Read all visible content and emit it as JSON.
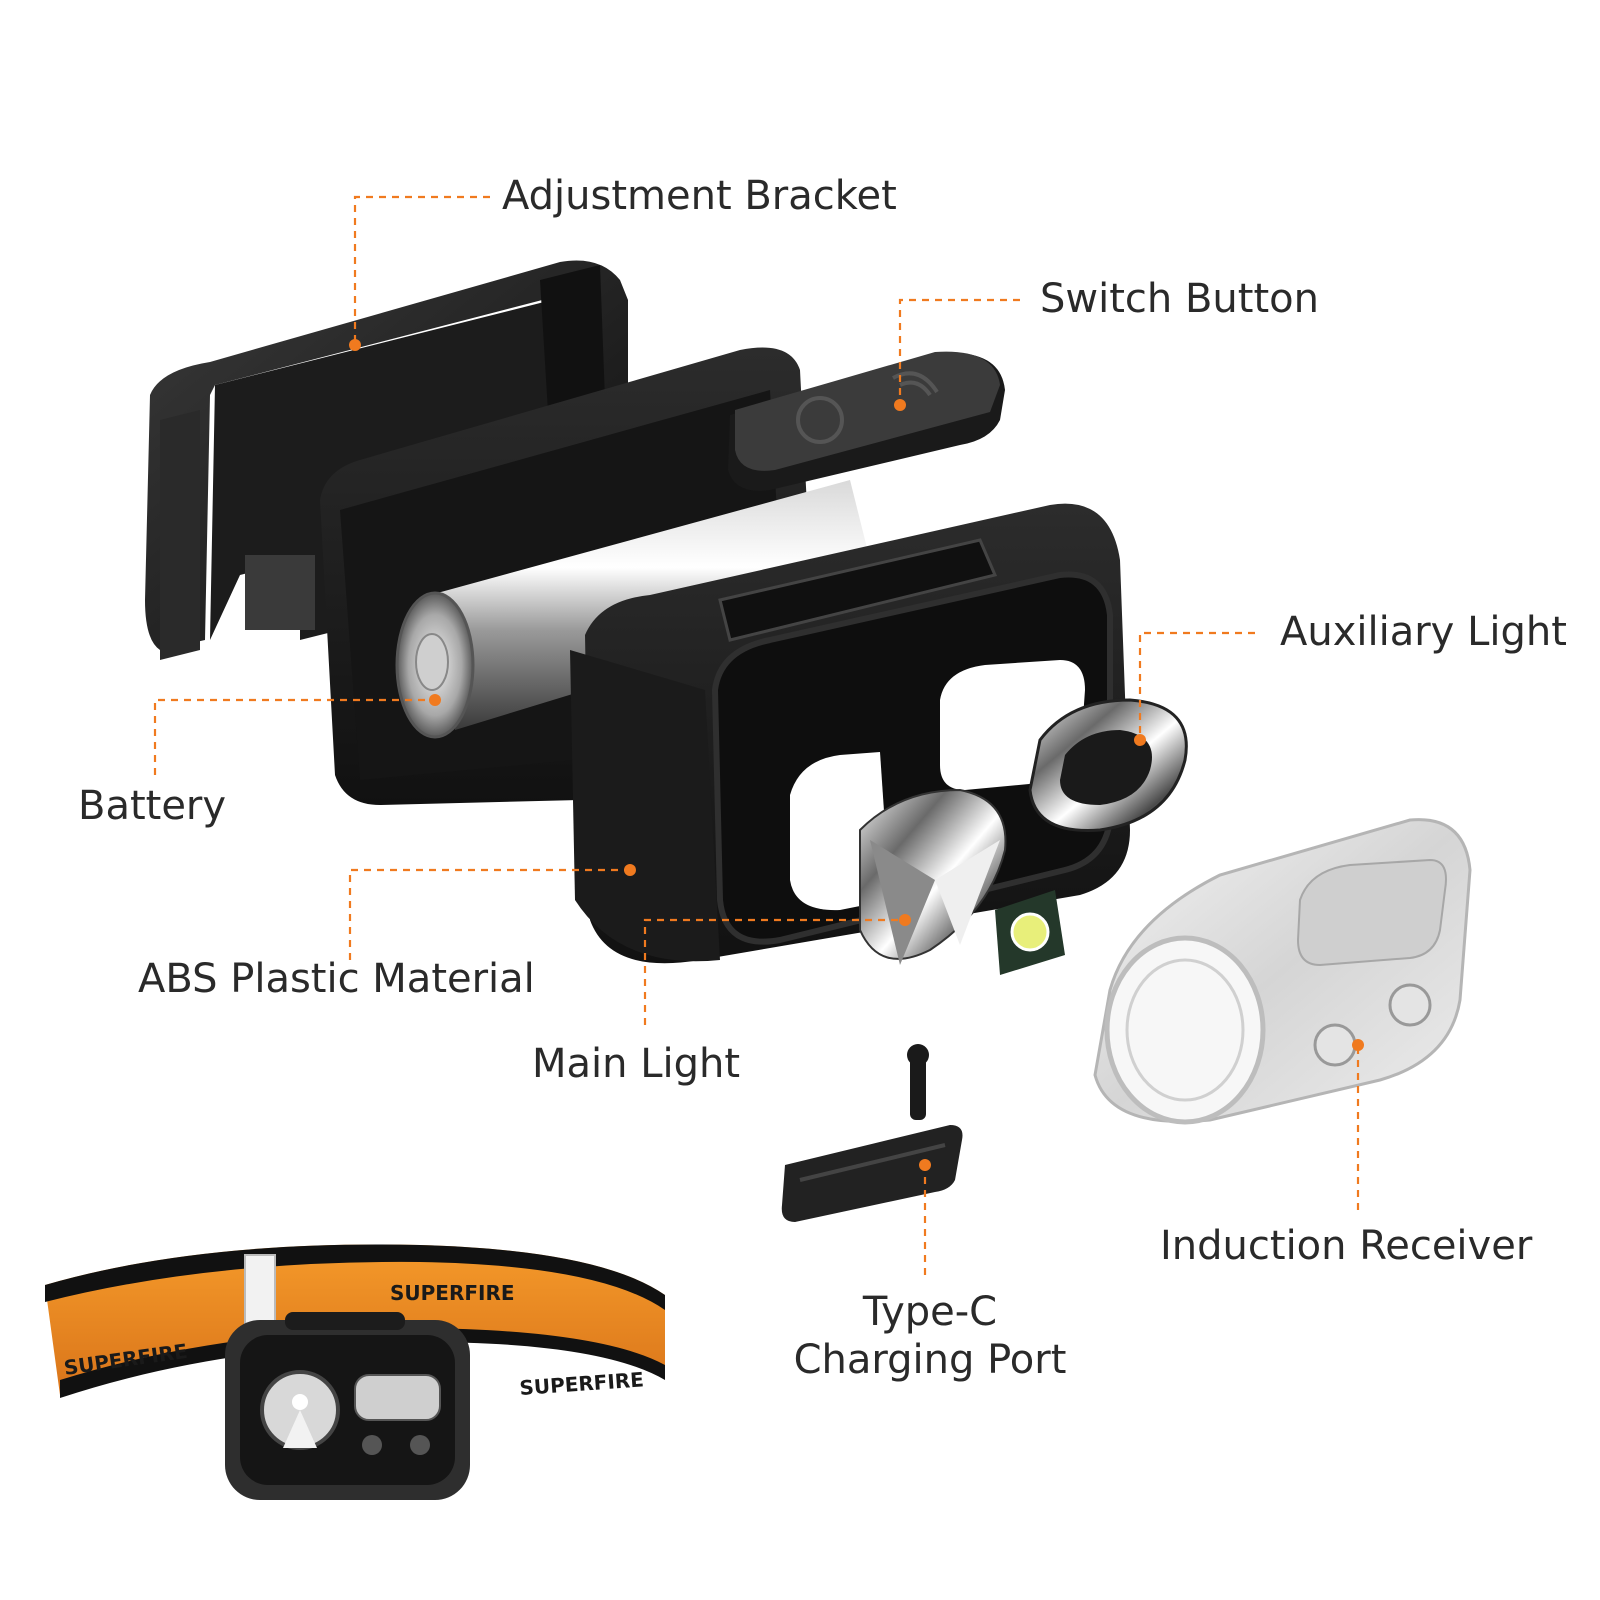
{
  "accent_color": "#f07a1f",
  "labels": {
    "adjustment_bracket": "Adjustment Bracket",
    "switch_button": "Switch Button",
    "auxiliary_light": "Auxiliary Light",
    "battery": "Battery",
    "abs_plastic": "ABS Plastic Material",
    "main_light": "Main Light",
    "induction_receiver": "Induction Receiver",
    "type_c_line1": "Type-C",
    "type_c_line2": "Charging Port"
  },
  "headband": {
    "brand_text": "SUPERFIRE"
  }
}
